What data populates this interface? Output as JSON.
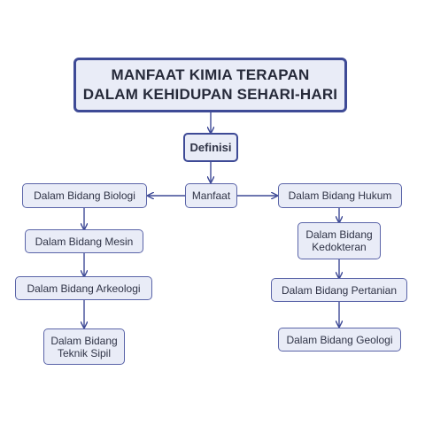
{
  "title": "MANFAAT KIMIA TERAPAN\nDALAM KEHIDUPAN SEHARI-HARI",
  "definisi": "Definisi",
  "manfaat": "Manfaat",
  "left": {
    "biologi": "Dalam Bidang Biologi",
    "mesin": "Dalam Bidang Mesin",
    "arkeologi": "Dalam Bidang Arkeologi",
    "teknik_sipil": "Dalam Bidang\nTeknik Sipil"
  },
  "right": {
    "hukum": "Dalam Bidang Hukum",
    "kedokteran": "Dalam Bidang\nKedokteran",
    "pertanian": "Dalam Bidang Pertanian",
    "geologi": "Dalam Bidang Geologi"
  },
  "colors": {
    "node_fill": "#e9ecf7",
    "border": "#3e4a96",
    "connector": "#3e4a96"
  }
}
